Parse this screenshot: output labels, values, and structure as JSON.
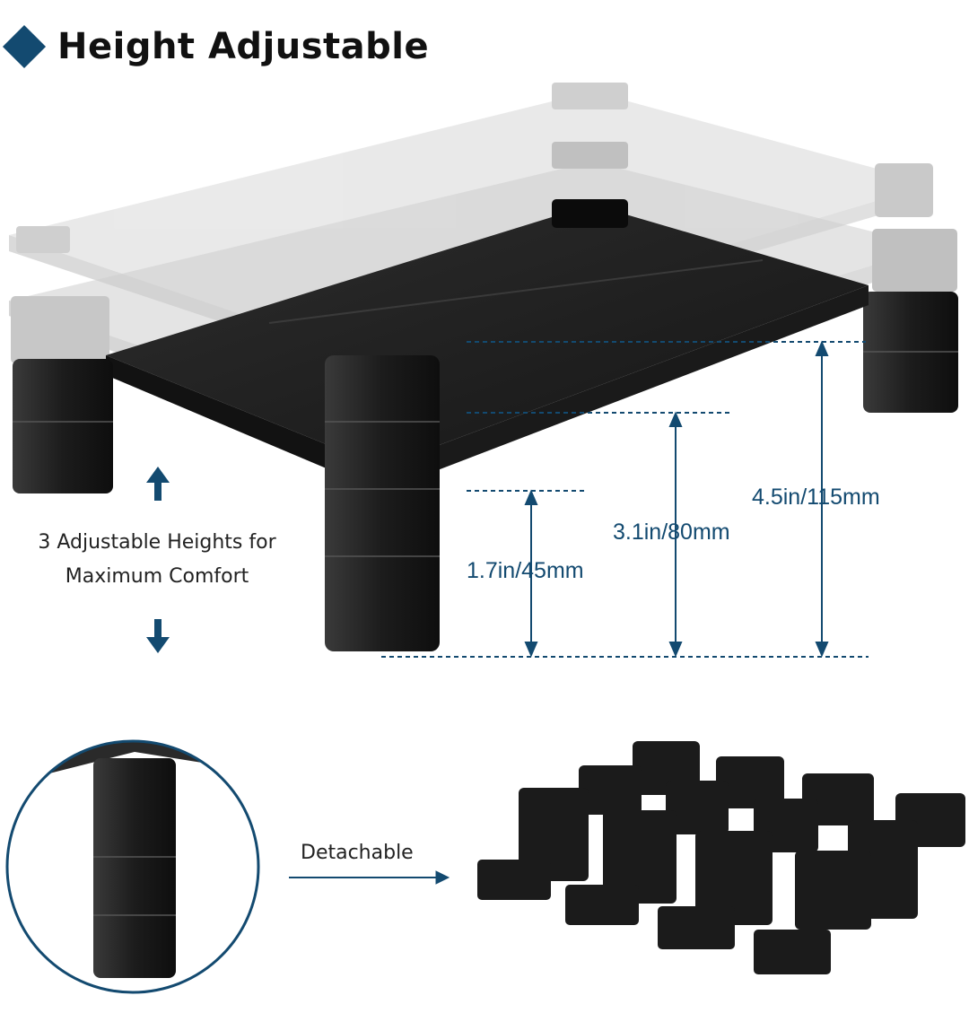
{
  "heading": {
    "text": "Height Adjustable"
  },
  "feature": {
    "line1": "3 Adjustable Heights for",
    "line2": "Maximum Comfort"
  },
  "heights": [
    {
      "label": "1.7in/45mm"
    },
    {
      "label": "3.1in/80mm"
    },
    {
      "label": "4.5in/115mm"
    }
  ],
  "detail": {
    "label": "Detachable"
  },
  "colors": {
    "accent": "#134a70",
    "stand": "#1e1e1e",
    "ghost": "#b8b8b8"
  }
}
